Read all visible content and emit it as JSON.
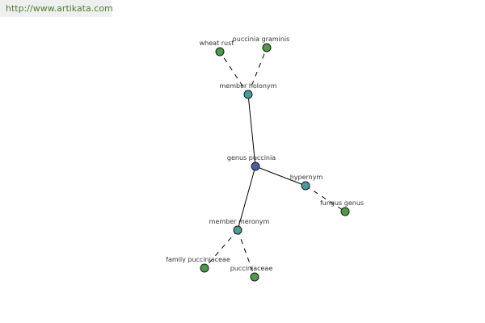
{
  "watermark": "http://www.artikata.com",
  "colors": {
    "background": "#ffffff",
    "edge": "#000000",
    "center_node": "#4b5fa0",
    "relation_node": "#4a9c9c",
    "leaf_node": "#4f9a48",
    "label": "#333333",
    "watermark_text": "#4d7f2f",
    "watermark_bg": "#efefef"
  },
  "graph": {
    "nodes": [
      {
        "id": "genus-puccinia",
        "label": "genus puccinia",
        "kind": "center"
      },
      {
        "id": "member-holonym",
        "label": "member holonym",
        "kind": "relation"
      },
      {
        "id": "hypernym",
        "label": "hypernym",
        "kind": "relation"
      },
      {
        "id": "member-meronym",
        "label": "member meronym",
        "kind": "relation"
      },
      {
        "id": "wheat-rust",
        "label": "wheat rust",
        "kind": "leaf"
      },
      {
        "id": "puccinia-graminis",
        "label": "puccinia graminis",
        "kind": "leaf"
      },
      {
        "id": "fungus-genus",
        "label": "fungus genus",
        "kind": "leaf"
      },
      {
        "id": "family-pucciniaceae",
        "label": "family pucciniaceae",
        "kind": "leaf"
      },
      {
        "id": "pucciniaceae",
        "label": "pucciniaceae",
        "kind": "leaf"
      }
    ],
    "edges": [
      {
        "from": "genus-puccinia",
        "to": "member-holonym",
        "style": "solid"
      },
      {
        "from": "genus-puccinia",
        "to": "hypernym",
        "style": "solid"
      },
      {
        "from": "genus-puccinia",
        "to": "member-meronym",
        "style": "solid"
      },
      {
        "from": "member-holonym",
        "to": "wheat-rust",
        "style": "dashed"
      },
      {
        "from": "member-holonym",
        "to": "puccinia-graminis",
        "style": "dashed"
      },
      {
        "from": "hypernym",
        "to": "fungus-genus",
        "style": "dashed"
      },
      {
        "from": "member-meronym",
        "to": "family-pucciniaceae",
        "style": "dashed"
      },
      {
        "from": "member-meronym",
        "to": "pucciniaceae",
        "style": "dashed"
      }
    ]
  }
}
